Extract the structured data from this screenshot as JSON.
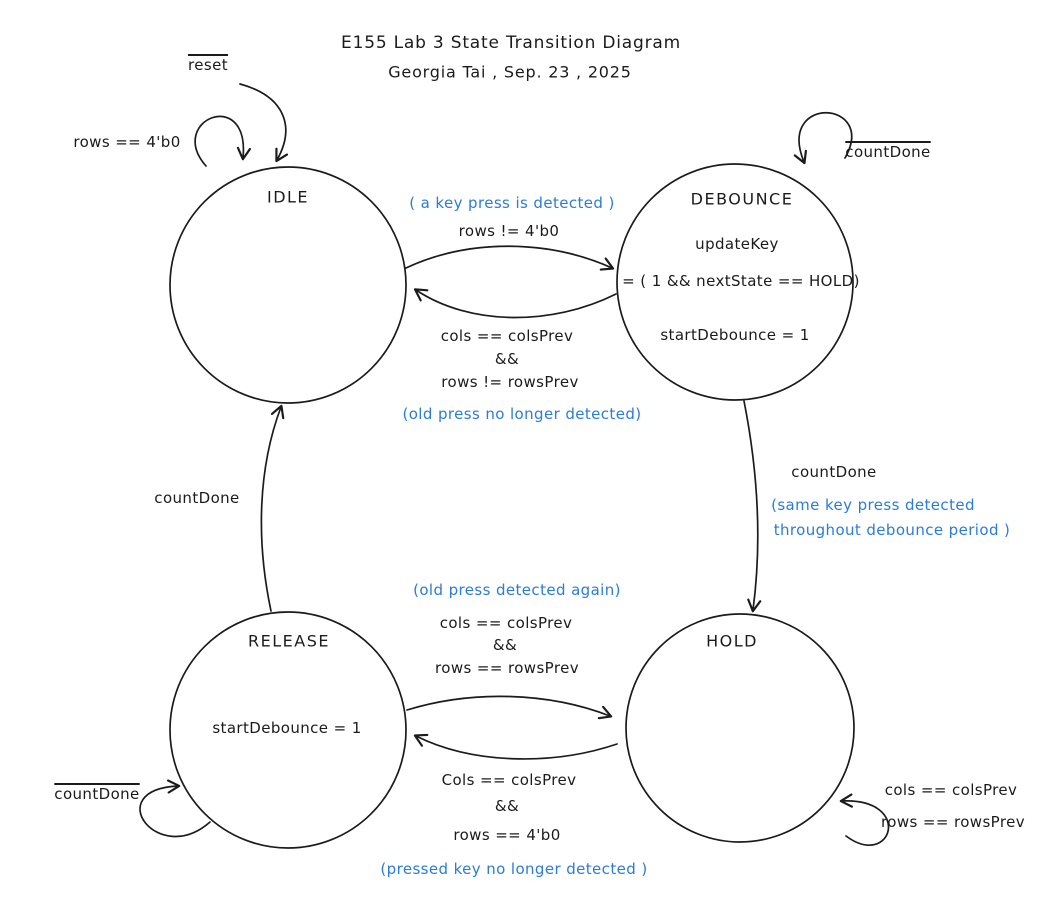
{
  "title": "E155  Lab 3   State Transition Diagram",
  "subtitle": "Georgia Tai , Sep. 23 , 2025",
  "colors": {
    "ink": "#1b1b1b",
    "annotation": "#2b7cd9"
  },
  "states": {
    "idle": {
      "name": "IDLE"
    },
    "debounce": {
      "name": "DEBOUNCE",
      "line1": "updateKey",
      "line2": "= ( 1  && nextState == HOLD)",
      "line3": "startDebounce = 1"
    },
    "release": {
      "name": "RELEASE",
      "line1": "startDebounce = 1"
    },
    "hold": {
      "name": "HOLD"
    }
  },
  "transitions": {
    "reset": {
      "label": "reset"
    },
    "idle_self": {
      "label": "rows == 4'b0"
    },
    "idle_to_debounce": {
      "note": "( a key press is detected )",
      "cond": "rows != 4'b0"
    },
    "debounce_to_idle": {
      "cond1": "cols == colsPrev",
      "cond2": "&&",
      "cond3": "rows != rowsPrev",
      "note": "(old press no longer detected)"
    },
    "debounce_self": {
      "label": "countDone"
    },
    "debounce_to_hold": {
      "cond": "countDone",
      "note1": "(same key press detected",
      "note2": "throughout debounce period )"
    },
    "hold_self": {
      "line1": "cols == colsPrev",
      "line2": "rows == rowsPrev"
    },
    "release_to_hold": {
      "note": "(old press detected again)",
      "cond1": "cols == colsPrev",
      "cond2": "&&",
      "cond3": "rows == rowsPrev"
    },
    "hold_to_release": {
      "cond1": "Cols == colsPrev",
      "cond2": "&&",
      "cond3": "rows == 4'b0",
      "note": "(pressed key no longer detected )"
    },
    "release_to_idle": {
      "label": "countDone"
    },
    "release_self": {
      "label": "countDone"
    }
  }
}
